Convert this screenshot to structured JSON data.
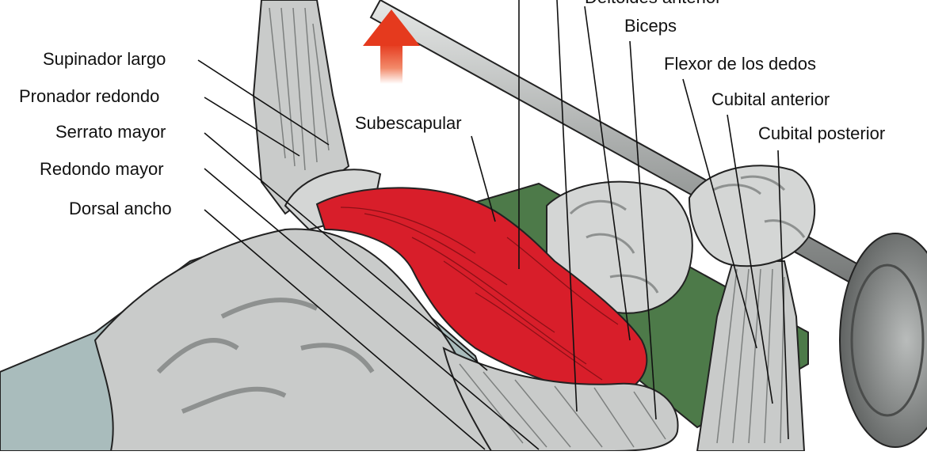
{
  "labels": {
    "supinador_largo": "Supinador largo",
    "pronador_redondo": "Pronador redondo",
    "serrato_mayor": "Serrato mayor",
    "redondo_mayor": "Redondo mayor",
    "dorsal_ancho": "Dorsal ancho",
    "subescapular": "Subescapular",
    "biceps": "Biceps",
    "flexor_dedos": "Flexor de los dedos",
    "cubital_anterior": "Cubital anterior",
    "cubital_posterior": "Cubital posterior",
    "deltoides_anterior": "Deltoides anterior"
  },
  "colors": {
    "highlight_muscle": "#d81e2a",
    "muscle_gray": "#c9cbca",
    "shirt": "#a9bcbc",
    "bench": "#4d7a49",
    "bar": "#a7aaa9",
    "arrow": "#ea4a2a",
    "leader_line": "#111111"
  },
  "icons": {
    "direction_arrow": "up-arrow-icon"
  }
}
